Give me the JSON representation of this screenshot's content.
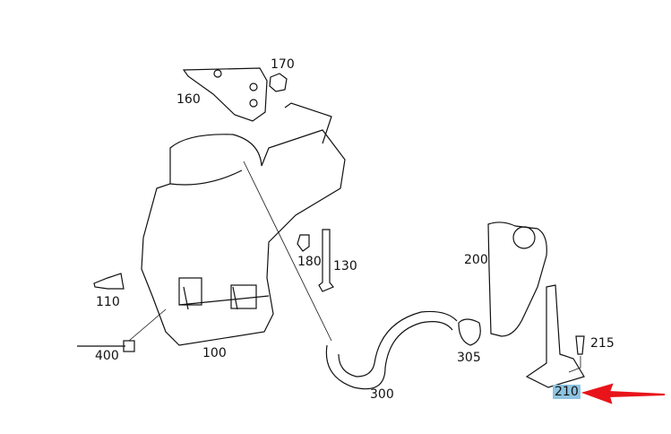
{
  "labels": {
    "p170": "170",
    "p160": "160",
    "p180": "180",
    "p130": "130",
    "p200": "200",
    "p110": "110",
    "p400": "400",
    "p100": "100",
    "p305": "305",
    "p300": "300",
    "p215": "215",
    "p210": "210"
  },
  "highlighted_part": "210",
  "colors": {
    "highlight": "#8ec3e0",
    "arrow": "#e8141a",
    "line": "#111111"
  }
}
